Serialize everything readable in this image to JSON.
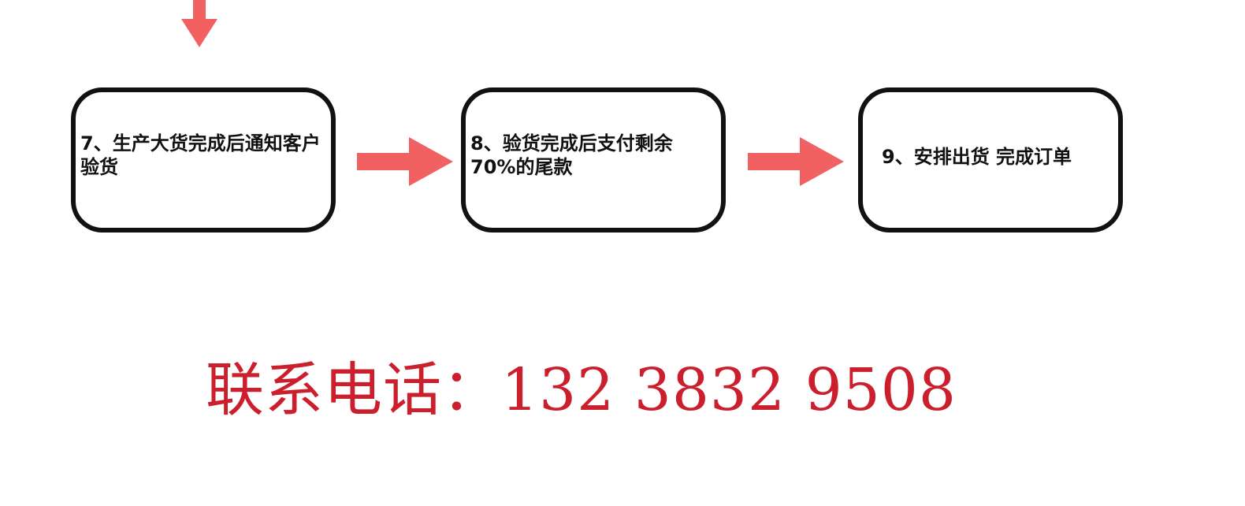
{
  "steps": [
    {
      "id": "7",
      "text": "7、生产大货完成后通知客户验货"
    },
    {
      "id": "8",
      "text": "8、验货完成后支付剩余70%的尾款"
    },
    {
      "id": "9",
      "text": "9、安排出货 完成订单"
    }
  ],
  "contact": {
    "label": "联系电话：",
    "phone": "132 3832 9508"
  },
  "colors": {
    "arrow": "#f26161",
    "contact_text": "#cc1f2d",
    "box_border": "#111111",
    "box_text": "#111111",
    "background": "#ffffff"
  }
}
